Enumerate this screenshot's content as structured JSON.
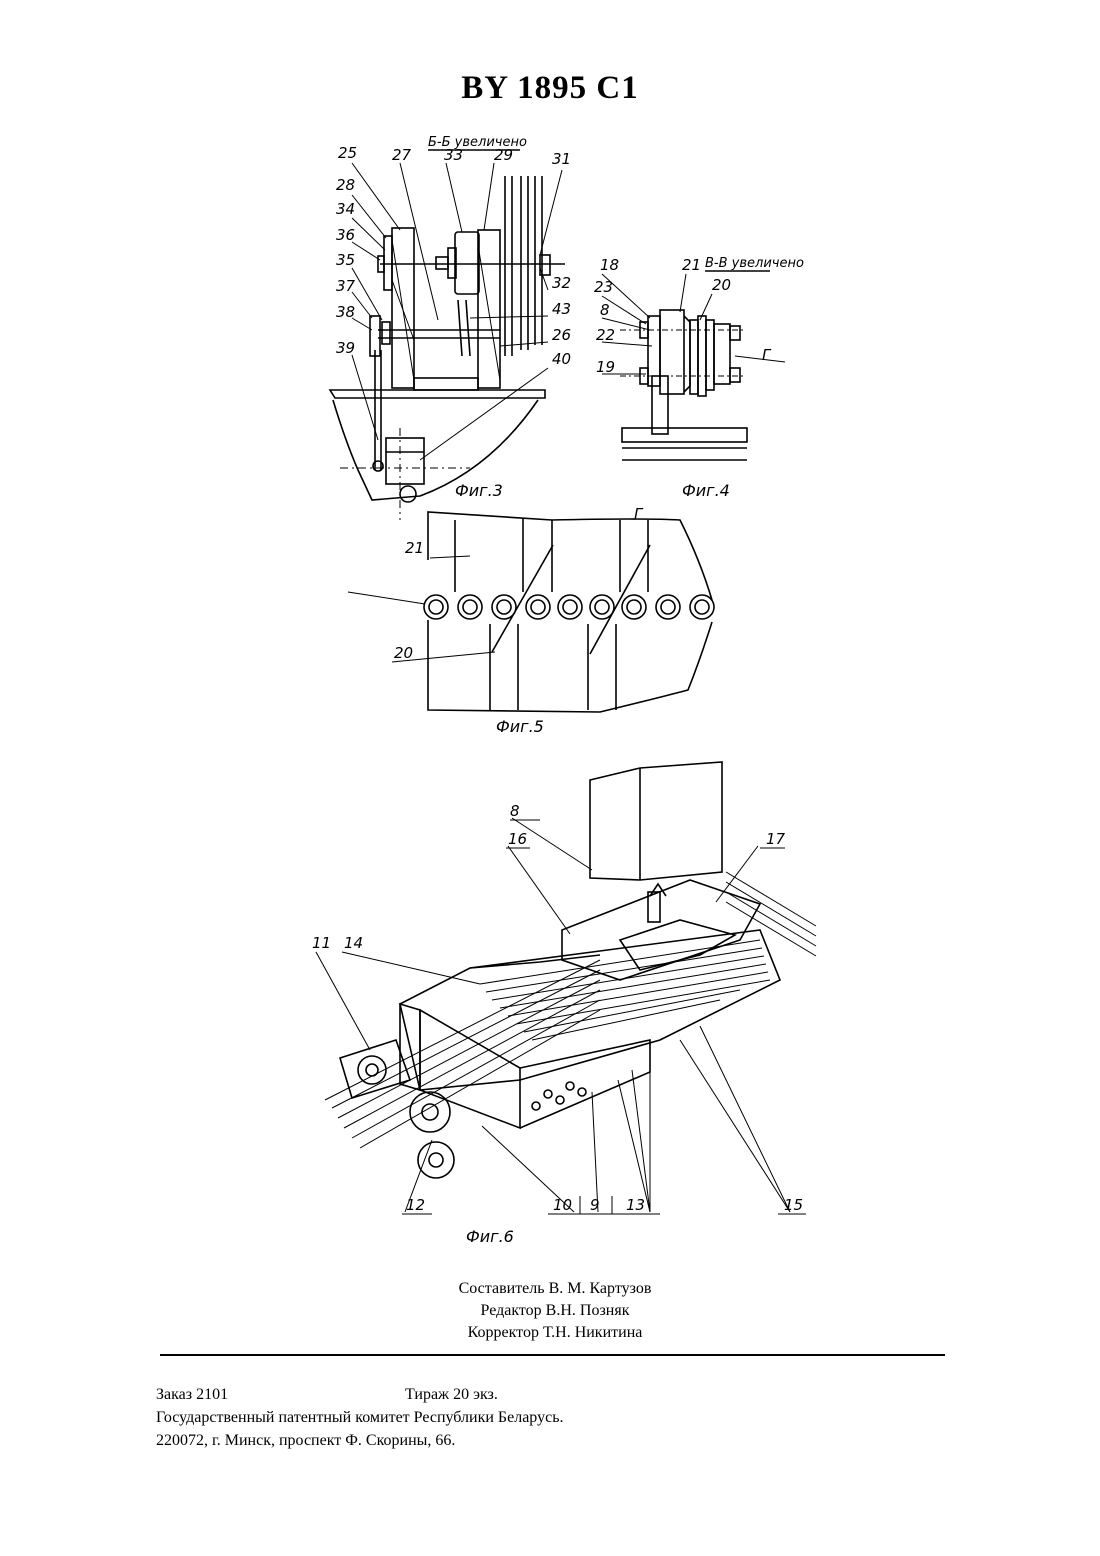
{
  "header": {
    "title": "BY 1895 C1"
  },
  "figures": [
    {
      "id": "fig3",
      "caption": "Фиг.3",
      "view": "Б-Б увеличено",
      "labels": [
        "25",
        "27",
        "33",
        "29",
        "31",
        "28",
        "34",
        "36",
        "35",
        "37",
        "38",
        "39",
        "32",
        "43",
        "26",
        "40"
      ]
    },
    {
      "id": "fig4",
      "caption": "Фиг.4",
      "view": "В-В увеличено",
      "labels": [
        "18",
        "21",
        "20",
        "23",
        "8",
        "22",
        "19",
        "Г"
      ]
    },
    {
      "id": "fig5",
      "caption": "Фиг.5",
      "view": "Г",
      "labels": [
        "21",
        "20"
      ]
    },
    {
      "id": "fig6",
      "caption": "Фиг.6",
      "labels": [
        "8",
        "16",
        "17",
        "11",
        "14",
        "12",
        "10",
        "9",
        "13",
        "15"
      ]
    }
  ],
  "credits": {
    "compiler": "Составитель В. М. Картузов",
    "editor": "Редактор В.Н. Позняк",
    "proofreader": "Корректор Т.Н. Никитина"
  },
  "footer": {
    "order": "Заказ   2101",
    "circulation": "Тираж  20 экз.",
    "publisher": "Государственный патентный комитет Республики Беларусь.",
    "address": "220072, г. Минск, проспект Ф. Скорины, 66."
  }
}
